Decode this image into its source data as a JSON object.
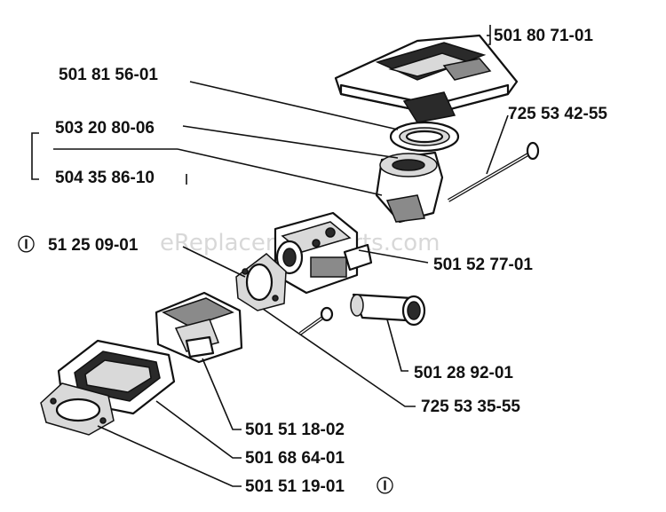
{
  "watermark": "eReplacementParts.com",
  "labels": {
    "air_filter_cover": "501 80 71-01",
    "cover_gasket": "501 81 56-01",
    "screw_top": "725 53 42-55",
    "intake_adapter_a": "503 20 80-06",
    "intake_adapter_b": "504 35 86-10",
    "carb_gasket": "51 25 09-01",
    "carburetor": "501 52 77-01",
    "fuel_hose": "501 28 92-01",
    "screw_bottom": "725 53 35-55",
    "air_filter": "501 51 18-02",
    "filter_holder": "501 68 64-01",
    "base_gasket": "501 51 19-01"
  },
  "markers": {
    "carb_gasket_marker": "Ⓘ",
    "base_gasket_marker": "Ⓘ"
  }
}
